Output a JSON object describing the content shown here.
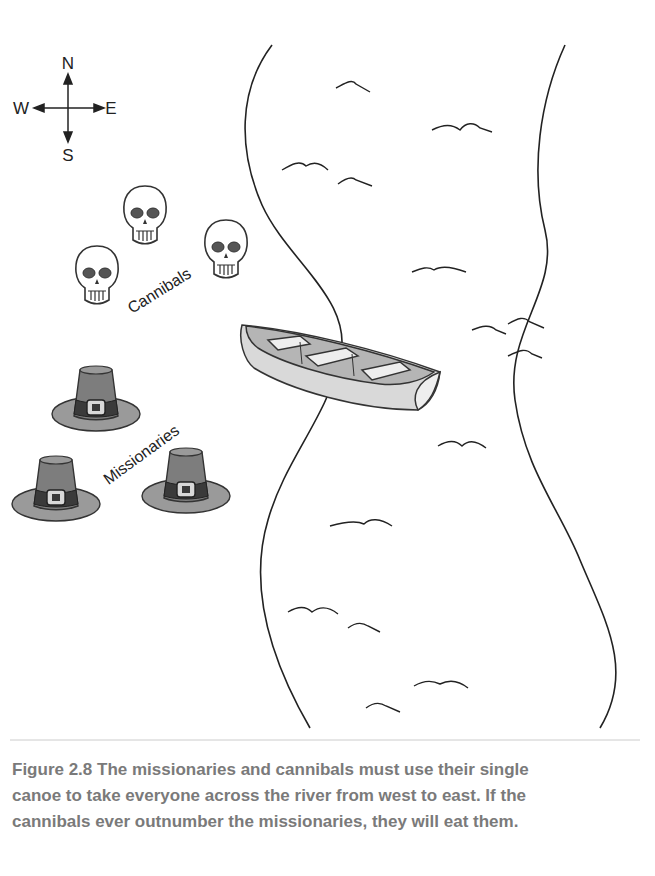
{
  "diagram": {
    "caption": "Figure 2.8 The missionaries and cannibals must use their single canoe to take everyone across the river from west to east. If the cannibals ever outnumber the missionaries, they will eat them.",
    "labels": [
      "N",
      "W",
      "E",
      "S",
      "Cannibals",
      "Missionaries"
    ]
  }
}
